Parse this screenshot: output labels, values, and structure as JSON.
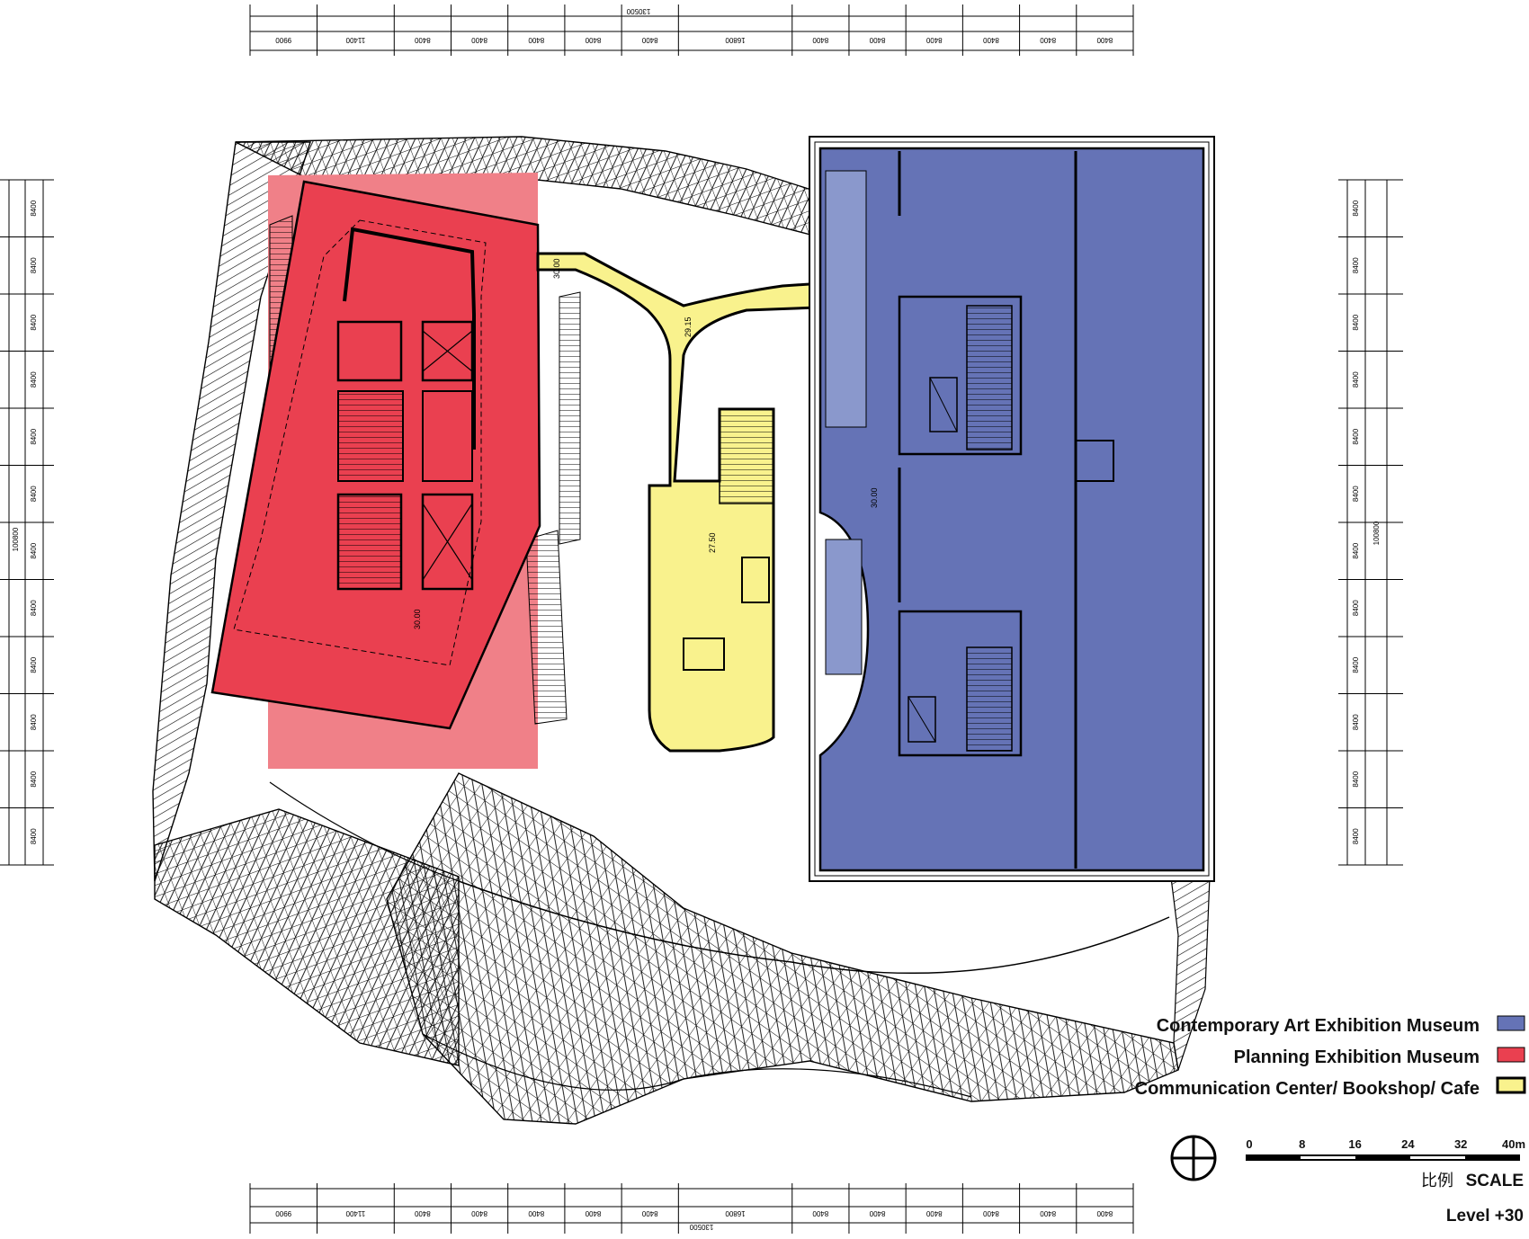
{
  "dimensions": {
    "top_total": "130500",
    "top_segments": [
      "9900",
      "11400",
      "8400",
      "8400",
      "8400",
      "8400",
      "8400",
      "16800",
      "8400",
      "8400",
      "8400",
      "8400",
      "8400",
      "8400"
    ],
    "bottom_total": "130500",
    "bottom_segments": [
      "9900",
      "11400",
      "8400",
      "8400",
      "8400",
      "8400",
      "8400",
      "16800",
      "8400",
      "8400",
      "8400",
      "8400",
      "8400",
      "8400"
    ],
    "left_total": "100800",
    "left_segments": [
      "8400",
      "8400",
      "8400",
      "8400",
      "8400",
      "8400",
      "8400",
      "8400",
      "8400",
      "8400",
      "8400",
      "8400"
    ],
    "right_total": "100800",
    "right_segments": [
      "8400",
      "8400",
      "8400",
      "8400",
      "8400",
      "8400",
      "8400",
      "8400",
      "8400",
      "8400",
      "8400",
      "8400"
    ]
  },
  "level_marks": {
    "red": "30.00",
    "bridge_upper": "30.00",
    "bridge_lower": "29.15",
    "yellow": "27.50",
    "blue": "30.00"
  },
  "legend": [
    {
      "label": "Contemporary Art Exhibition Museum",
      "color": "#6573b6"
    },
    {
      "label": "Planning Exhibition Museum",
      "color": "#ea4050"
    },
    {
      "label": "Communication Center/ Bookshop/ Cafe",
      "color": "#f9f28d"
    }
  ],
  "colors": {
    "blue": "#6573b6",
    "red": "#ea4050",
    "pink": "#f08088",
    "yellow": "#f9f28d"
  },
  "scale": {
    "ticks": [
      "0",
      "8",
      "16",
      "24",
      "32",
      "40m"
    ],
    "cn_label": "比例",
    "en_label": "SCALE",
    "icon": "north-arrow-icon"
  },
  "level": "Level +30"
}
